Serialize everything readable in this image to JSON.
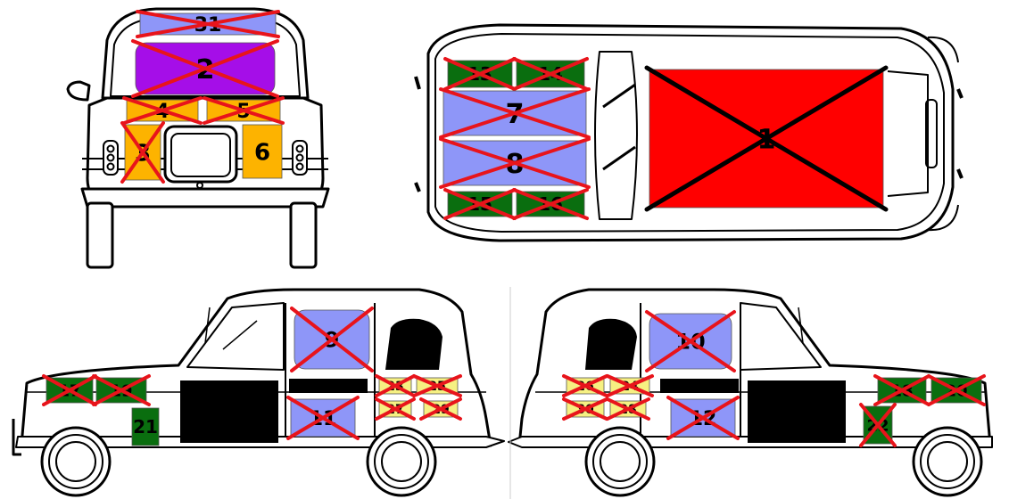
{
  "colors": {
    "blue": "#8e96f8",
    "purple": "#a50ee8",
    "orange": "#fdb300",
    "green": "#0a6e0f",
    "red": "#ff0000",
    "yellow": "#f6f082",
    "black": "#000000",
    "cross": "#e8141b"
  },
  "stickers": [
    {
      "id": "31",
      "view": "rear",
      "color": "blue",
      "crossed": true
    },
    {
      "id": "2",
      "view": "rear",
      "color": "purple",
      "crossed": true
    },
    {
      "id": "4",
      "view": "rear",
      "color": "orange",
      "crossed": true
    },
    {
      "id": "5",
      "view": "rear",
      "color": "orange",
      "crossed": true
    },
    {
      "id": "3",
      "view": "rear",
      "color": "orange",
      "crossed": true
    },
    {
      "id": "6",
      "view": "rear",
      "color": "orange",
      "crossed": false
    },
    {
      "id": "13",
      "view": "top",
      "color": "green",
      "crossed": true
    },
    {
      "id": "14",
      "view": "top",
      "color": "green",
      "crossed": true
    },
    {
      "id": "7",
      "view": "top",
      "color": "blue",
      "crossed": true
    },
    {
      "id": "8",
      "view": "top",
      "color": "blue",
      "crossed": true
    },
    {
      "id": "15",
      "view": "top",
      "color": "green",
      "crossed": true
    },
    {
      "id": "16",
      "view": "top",
      "color": "green",
      "crossed": true
    },
    {
      "id": "1",
      "view": "top",
      "color": "red",
      "crossed": true
    },
    {
      "id": "9",
      "view": "left-side",
      "color": "blue",
      "crossed": true
    },
    {
      "id": "11",
      "view": "left-side",
      "color": "blue",
      "crossed": true
    },
    {
      "id": "21",
      "view": "left-side",
      "color": "green",
      "crossed": false
    },
    {
      "id": "17",
      "view": "left-side",
      "color": "green",
      "crossed": true
    },
    {
      "id": "19",
      "view": "left-side",
      "color": "green",
      "crossed": true
    },
    {
      "id": "23",
      "view": "left-side",
      "color": "yellow",
      "crossed": true
    },
    {
      "id": "25",
      "view": "left-side",
      "color": "yellow",
      "crossed": true
    },
    {
      "id": "27",
      "view": "left-side",
      "color": "yellow",
      "crossed": true
    },
    {
      "id": "29",
      "view": "left-side",
      "color": "yellow",
      "crossed": true
    },
    {
      "id": "10",
      "view": "right-side",
      "color": "blue",
      "crossed": true
    },
    {
      "id": "12",
      "view": "right-side",
      "color": "blue",
      "crossed": true
    },
    {
      "id": "26",
      "view": "right-side",
      "color": "yellow",
      "crossed": true
    },
    {
      "id": "24",
      "view": "right-side",
      "color": "yellow",
      "crossed": true
    },
    {
      "id": "30",
      "view": "right-side",
      "color": "yellow",
      "crossed": true
    },
    {
      "id": "28",
      "view": "right-side",
      "color": "yellow",
      "crossed": true
    },
    {
      "id": "18",
      "view": "right-side",
      "color": "green",
      "crossed": true
    },
    {
      "id": "20",
      "view": "right-side",
      "color": "green",
      "crossed": true
    },
    {
      "id": "22",
      "view": "right-side",
      "color": "green",
      "crossed": true
    }
  ]
}
